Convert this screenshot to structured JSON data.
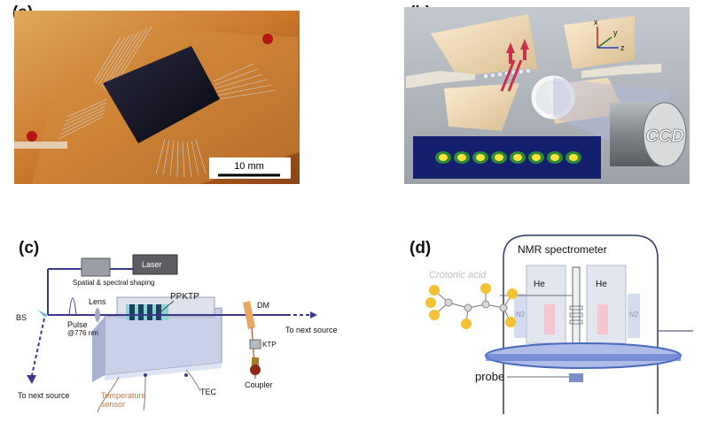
{
  "panels": [
    {
      "label": "(a)",
      "scale_bar": "10 mm"
    },
    {
      "label": "(b)",
      "axes": [
        "x",
        "y",
        "z"
      ],
      "camera": "CCD"
    },
    {
      "label": "(c)",
      "laser": "Laser",
      "shaping": "Spatial & spectral shaping",
      "crystal": "PPKTP",
      "lens": "Lens",
      "dm": "DM",
      "bs": "BS",
      "pulse": "Pulse",
      "wavelength": "@776 nm",
      "next1": "To next source",
      "next2": "To next source",
      "ktp": "KTP",
      "coupler": "Coupler",
      "temp1": "Temperature",
      "temp2": "sensor",
      "tec": "TEC"
    },
    {
      "label": "(d)",
      "spectrometer": "NMR spectrometer",
      "molecule": "Crotonic acid",
      "he1": "He",
      "he2": "He",
      "n1": "N2",
      "n2": "N2",
      "probe": "probe"
    }
  ],
  "colors": {
    "chip_bg": "#c9762a",
    "chip_dark": "#101018",
    "wire": "#c9d8e8",
    "trap_bg": "#a8aeb4",
    "electrode": "#f4dfb8",
    "ccd_body": "#8d9196",
    "ion_bg": "#14206e",
    "ion": "#ffe23a",
    "beam": "#3a3a8a",
    "crystal": "#1e5a78",
    "tec": "#c8cfe6",
    "temp": "#c07a4a",
    "nmr_line": "#2d3a5a",
    "he_box": "#e5e8f0",
    "n2_box": "#f6c8d2",
    "ring": "#5a7ac8",
    "atom": "#f2c232"
  }
}
